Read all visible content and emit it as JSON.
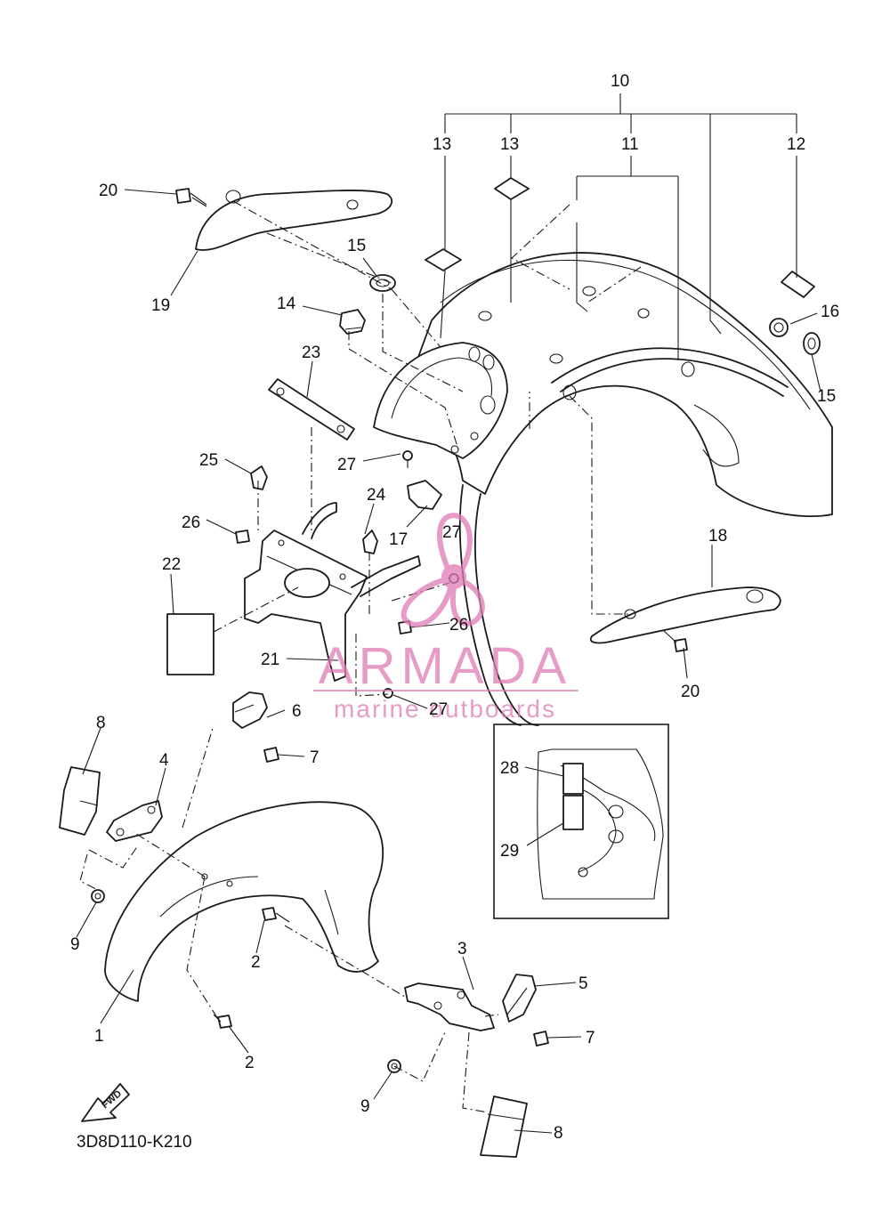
{
  "diagram": {
    "code": "3D8D110-K210",
    "fwd_label": "FWD",
    "callouts": [
      "1",
      "2",
      "2",
      "3",
      "4",
      "5",
      "6",
      "7",
      "7",
      "8",
      "8",
      "9",
      "9",
      "10",
      "11",
      "12",
      "13",
      "13",
      "14",
      "15",
      "15",
      "16",
      "17",
      "18",
      "19",
      "20",
      "20",
      "21",
      "22",
      "23",
      "24",
      "25",
      "26",
      "26",
      "27",
      "27",
      "27",
      "28",
      "29"
    ]
  },
  "watermark": {
    "brand": "ARMADA",
    "tagline": "marine outboards",
    "color": "#e07ab5"
  }
}
